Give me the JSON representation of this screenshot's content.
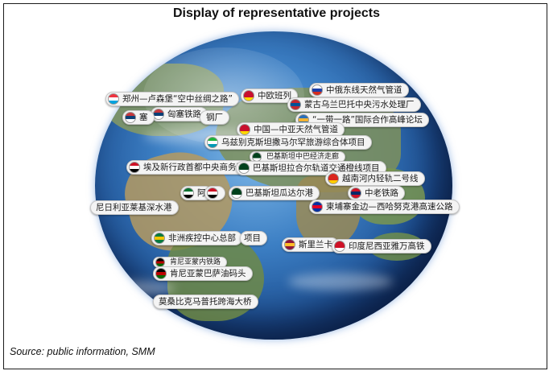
{
  "title": "Display of representative projects",
  "source": "Source: public information, SMM",
  "projects": [
    {
      "text": "中俄东线天然气管道",
      "flag": "russia",
      "colors": [
        "#ffffff",
        "#1c3fa8",
        "#d52b1e"
      ]
    },
    {
      "text": "郑州—卢森堡“空中丝绸之路”",
      "flag": "luxembourg",
      "colors": [
        "#ef3340",
        "#ffffff",
        "#00a3e0"
      ]
    },
    {
      "text": "中欧班列",
      "flag": "china",
      "colors": [
        "#c8102e",
        "#c8102e",
        "#ffd700"
      ]
    },
    {
      "text": "蒙古乌兰巴托中央污水处理厂",
      "flag": "mongolia",
      "colors": [
        "#c4272f",
        "#015197",
        "#c4272f"
      ]
    },
    {
      "text": "匈塞铁路",
      "flag": "serbia",
      "colors": [
        "#c6363c",
        "#0c4076",
        "#ffffff"
      ]
    },
    {
      "text": "塞",
      "flag": "serbia",
      "colors": [
        "#c6363c",
        "#0c4076",
        "#ffffff"
      ]
    },
    {
      "text": "钢厂",
      "flag": "china",
      "colors": [
        "#c8102e",
        "#c8102e",
        "#ffd700"
      ]
    },
    {
      "text": "“一带一路”国际合作高峰论坛",
      "flag": "bri",
      "colors": [
        "#2a6fb8",
        "#f2b233",
        "#2a6fb8"
      ]
    },
    {
      "text": "中国—中亚天然气管道",
      "flag": "china",
      "colors": [
        "#c8102e",
        "#c8102e",
        "#ffd700"
      ]
    },
    {
      "text": "乌兹别克斯坦撒马尔罕旅游综合体项目",
      "flag": "uzbekistan",
      "colors": [
        "#1eb53a",
        "#ffffff",
        "#0099b5"
      ]
    },
    {
      "text": "埃及新行政首都中央商务区",
      "flag": "egypt",
      "colors": [
        "#ce1126",
        "#ffffff",
        "#000000"
      ]
    },
    {
      "text": "巴基斯坦中巴经济走廊",
      "flag": "pakistan",
      "colors": [
        "#01411c",
        "#01411c",
        "#ffffff"
      ]
    },
    {
      "text": "巴基斯坦拉合尔轨道交通橙线项目",
      "flag": "pakistan",
      "colors": [
        "#01411c",
        "#01411c",
        "#ffffff"
      ]
    },
    {
      "text": "越南河内轻轨二号线",
      "flag": "vietnam",
      "colors": [
        "#da251d",
        "#da251d",
        "#ffcd00"
      ]
    },
    {
      "text": "阿",
      "flag": "uae",
      "colors": [
        "#00732f",
        "#ffffff",
        "#000000"
      ]
    },
    {
      "text": "",
      "flag": "iraq",
      "colors": [
        "#ce1126",
        "#ffffff",
        "#000000"
      ]
    },
    {
      "text": "巴基斯坦瓜达尔港",
      "flag": "pakistan",
      "colors": [
        "#01411c",
        "#01411c",
        "#ffffff"
      ]
    },
    {
      "text": "中老铁路",
      "flag": "laos",
      "colors": [
        "#ce1126",
        "#002868",
        "#ce1126"
      ]
    },
    {
      "text": "尼日利亚莱基深水港",
      "flag": "nigeria",
      "colors": [
        "#008751",
        "#ffffff",
        "#008751"
      ]
    },
    {
      "text": "柬埔寨金边—西哈努克港高速公路",
      "flag": "cambodia",
      "colors": [
        "#032ea1",
        "#e00025",
        "#032ea1"
      ]
    },
    {
      "text": "非洲疾控中心总部",
      "flag": "au",
      "colors": [
        "#007a3d",
        "#f2c400",
        "#007a3d"
      ]
    },
    {
      "text": "项目",
      "flag": "ethiopia",
      "colors": [
        "#078930",
        "#fcdd09",
        "#da121a"
      ]
    },
    {
      "text": "斯里兰卡",
      "flag": "srilanka",
      "colors": [
        "#8d153a",
        "#ffbe29",
        "#8d153a"
      ]
    },
    {
      "text": "印度尼西亚雅万高铁",
      "flag": "indonesia",
      "colors": [
        "#ce1126",
        "#ce1126",
        "#ffffff"
      ]
    },
    {
      "text": "肯尼亚蒙内铁路",
      "flag": "kenya",
      "colors": [
        "#000000",
        "#bb0000",
        "#006600"
      ]
    },
    {
      "text": "肯尼亚蒙巴萨油码头",
      "flag": "kenya",
      "colors": [
        "#000000",
        "#bb0000",
        "#006600"
      ]
    },
    {
      "text": "莫桑比克马普托跨海大桥",
      "flag": "mozambique",
      "colors": [
        "#007168",
        "#fce100",
        "#d21034"
      ]
    }
  ]
}
